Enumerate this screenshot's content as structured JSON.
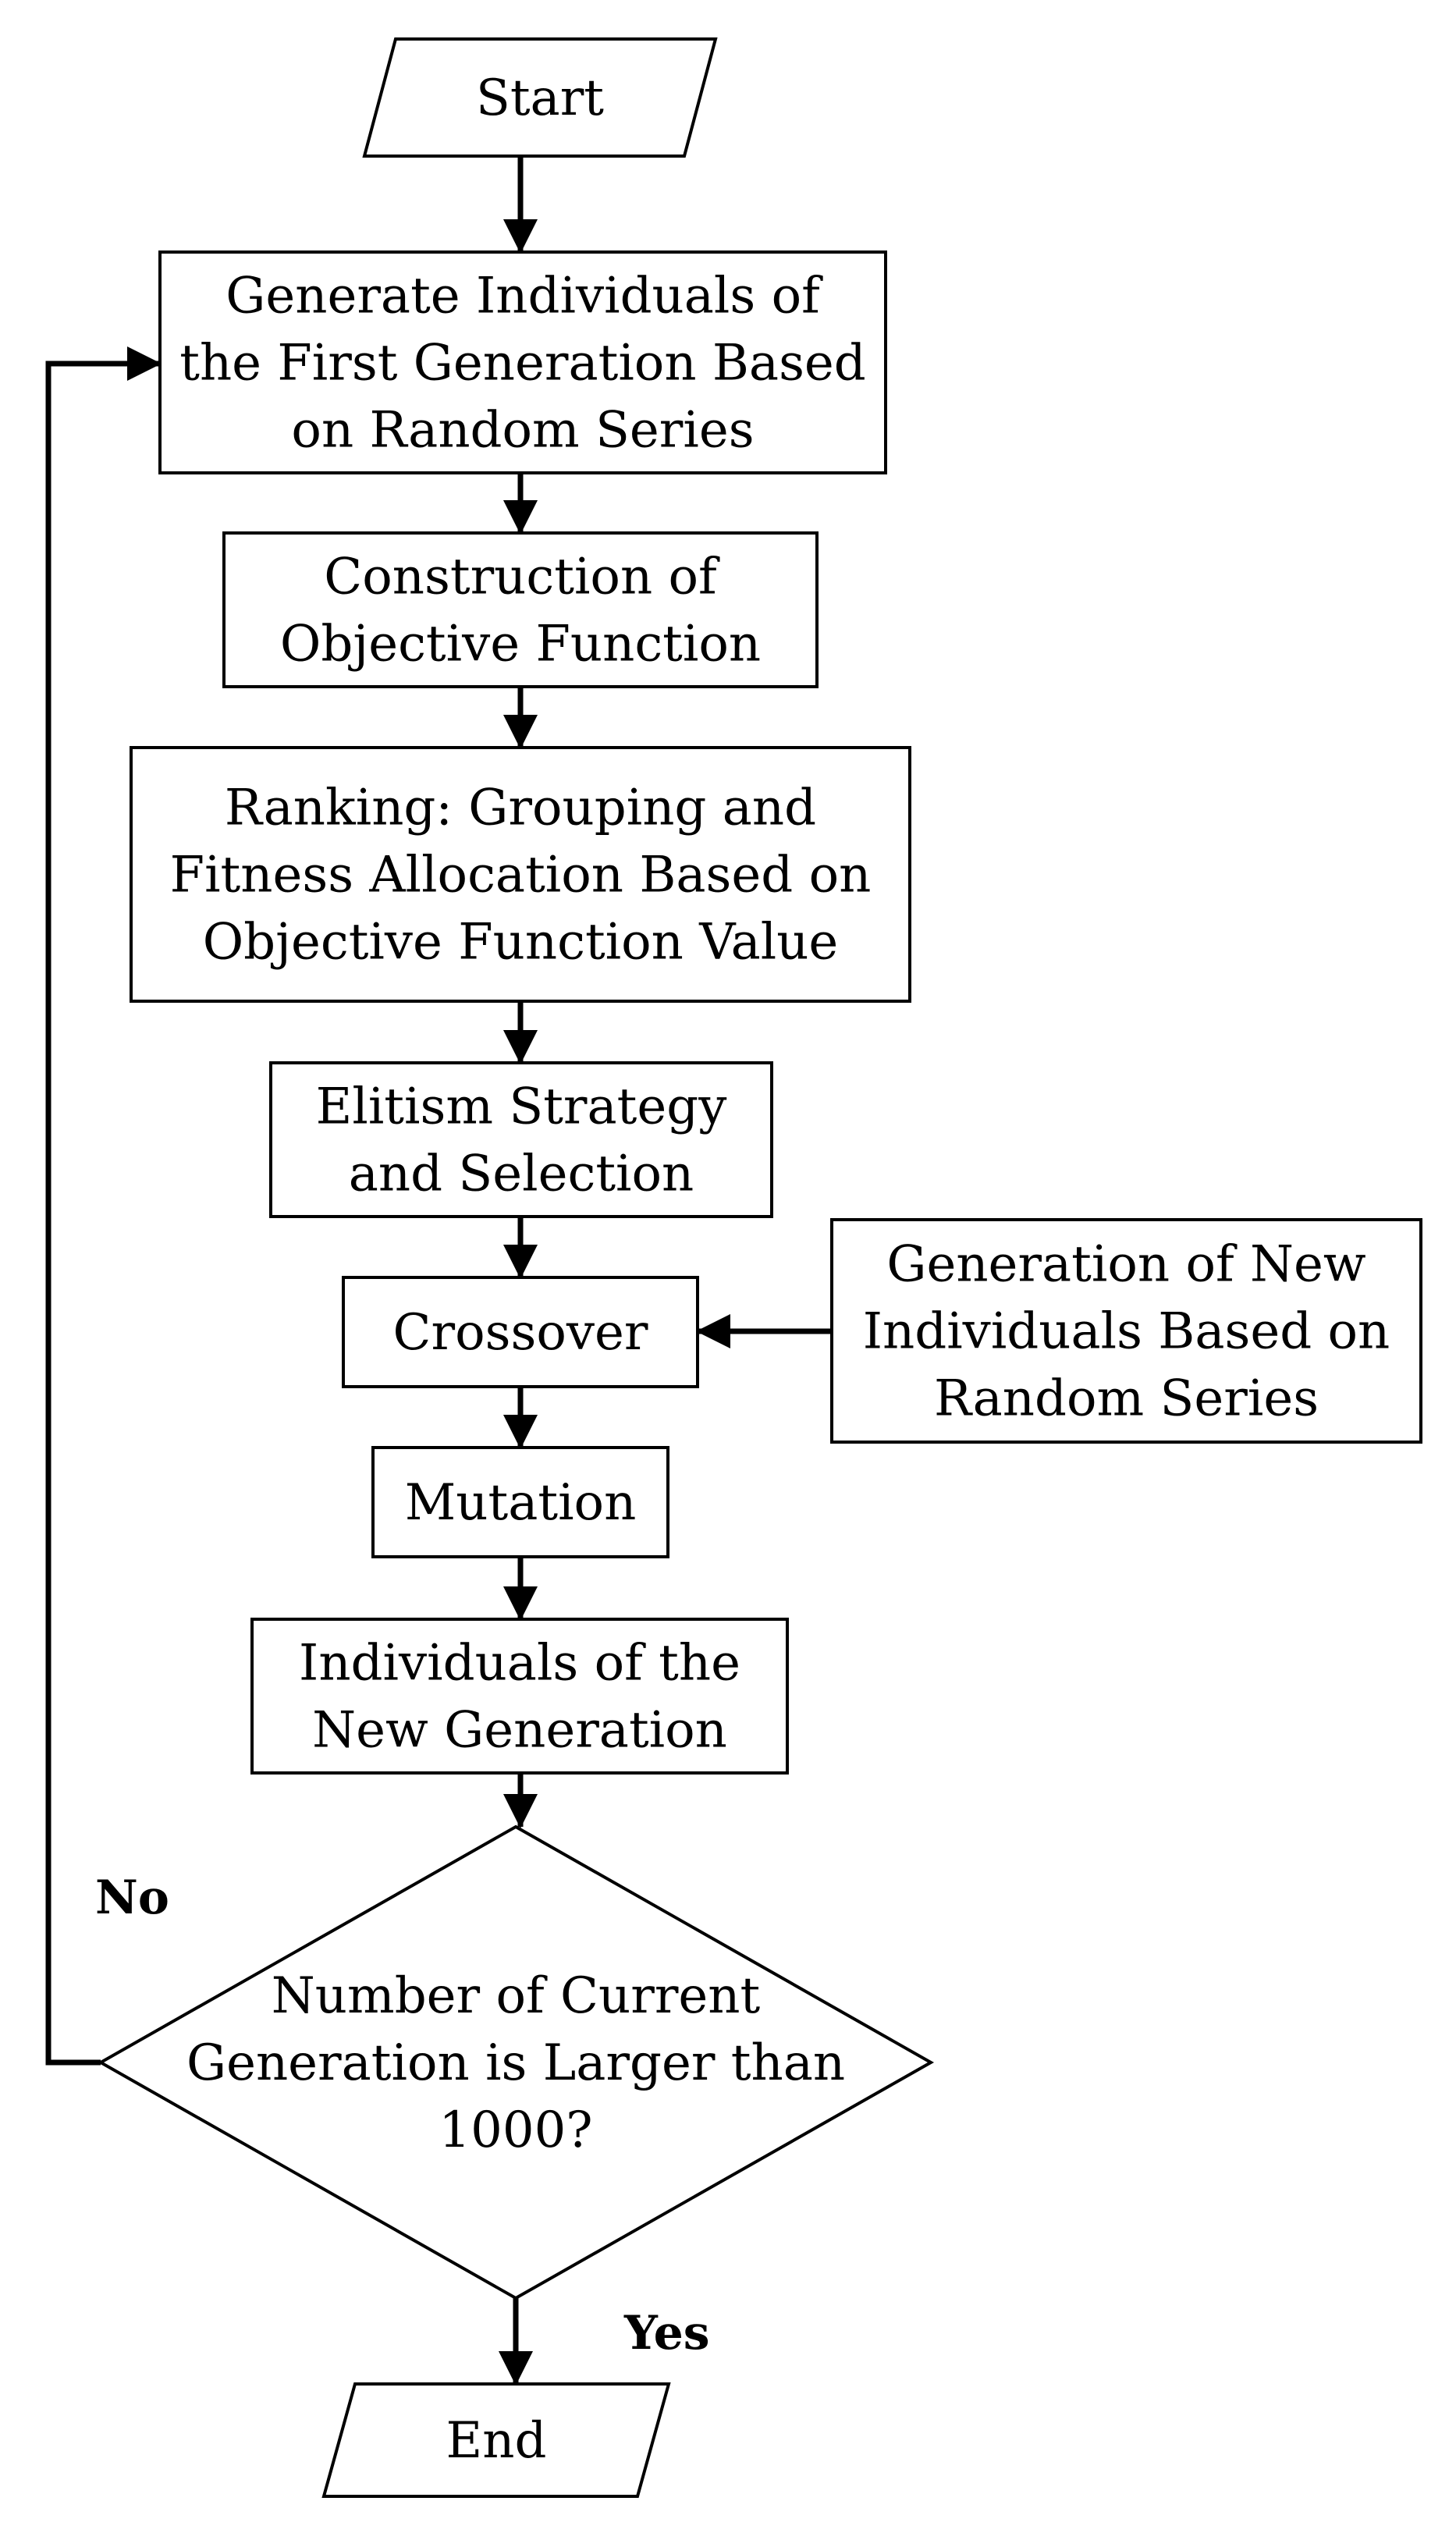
{
  "nodes": {
    "start": {
      "shape": "parallelogram",
      "lines": [
        "Start"
      ]
    },
    "generate_first": {
      "shape": "rectangle",
      "lines": [
        "Generate Individuals of",
        "the First Generation Based",
        "on Random Series"
      ]
    },
    "objective": {
      "shape": "rectangle",
      "lines": [
        "Construction of",
        "Objective Function"
      ]
    },
    "ranking": {
      "shape": "rectangle",
      "lines": [
        "Ranking: Grouping and",
        "Fitness Allocation Based on",
        "Objective Function Value"
      ]
    },
    "elitism": {
      "shape": "rectangle",
      "lines": [
        "Elitism Strategy",
        "and Selection"
      ]
    },
    "crossover": {
      "shape": "rectangle",
      "lines": [
        "Crossover"
      ]
    },
    "new_individuals": {
      "shape": "rectangle",
      "lines": [
        "Generation of New",
        "Individuals Based on",
        "Random Series"
      ]
    },
    "mutation": {
      "shape": "rectangle",
      "lines": [
        "Mutation"
      ]
    },
    "new_generation": {
      "shape": "rectangle",
      "lines": [
        "Individuals of the",
        "New Generation"
      ]
    },
    "decision": {
      "shape": "diamond",
      "lines": [
        "Number of Current",
        "Generation is Larger than",
        "1000?"
      ]
    },
    "end": {
      "shape": "parallelogram",
      "lines": [
        "End"
      ]
    }
  },
  "edges": [
    {
      "from": "start",
      "to": "generate_first"
    },
    {
      "from": "generate_first",
      "to": "objective"
    },
    {
      "from": "objective",
      "to": "ranking"
    },
    {
      "from": "ranking",
      "to": "elitism"
    },
    {
      "from": "elitism",
      "to": "crossover"
    },
    {
      "from": "new_individuals",
      "to": "crossover"
    },
    {
      "from": "crossover",
      "to": "mutation"
    },
    {
      "from": "mutation",
      "to": "new_generation"
    },
    {
      "from": "new_generation",
      "to": "decision"
    },
    {
      "from": "decision",
      "to": "generate_first",
      "label": "No"
    },
    {
      "from": "decision",
      "to": "end",
      "label": "Yes"
    }
  ],
  "colors": {
    "stroke": "#000000",
    "fill": "#ffffff",
    "text": "#000000"
  }
}
